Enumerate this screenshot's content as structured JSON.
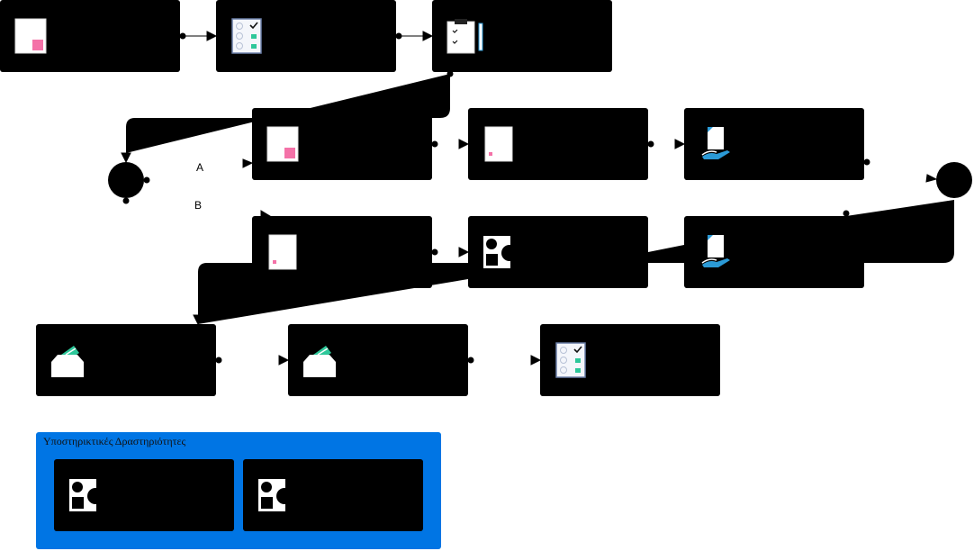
{
  "gateway_labels": {
    "branch_a": "A",
    "branch_b": "B"
  },
  "support_pool": {
    "title": "Υποστηρικτικές Δραστηριότητες"
  },
  "nodes": [
    {
      "id": "n1",
      "icon": "document-icon"
    },
    {
      "id": "n2",
      "icon": "checklist-icon"
    },
    {
      "id": "n3",
      "icon": "clipboard-pencil-icon"
    },
    {
      "id": "n4",
      "icon": "document-icon"
    },
    {
      "id": "n5",
      "icon": "paper-icon"
    },
    {
      "id": "n6",
      "icon": "hand-document-icon"
    },
    {
      "id": "n7",
      "icon": "paper-icon"
    },
    {
      "id": "n8",
      "icon": "shapes-icon"
    },
    {
      "id": "n9",
      "icon": "hand-document-icon"
    },
    {
      "id": "n10",
      "icon": "ballot-box-icon"
    },
    {
      "id": "n11",
      "icon": "ballot-box-icon"
    },
    {
      "id": "n12",
      "icon": "checklist-icon"
    },
    {
      "id": "s1",
      "icon": "shapes-icon"
    },
    {
      "id": "s2",
      "icon": "shapes-icon"
    }
  ],
  "colors": {
    "node_fill": "#000000",
    "pool_fill": "#0075e4",
    "accent_pink": "#f472a8",
    "accent_green": "#2dc79a",
    "accent_blue": "#2b9ad6"
  }
}
